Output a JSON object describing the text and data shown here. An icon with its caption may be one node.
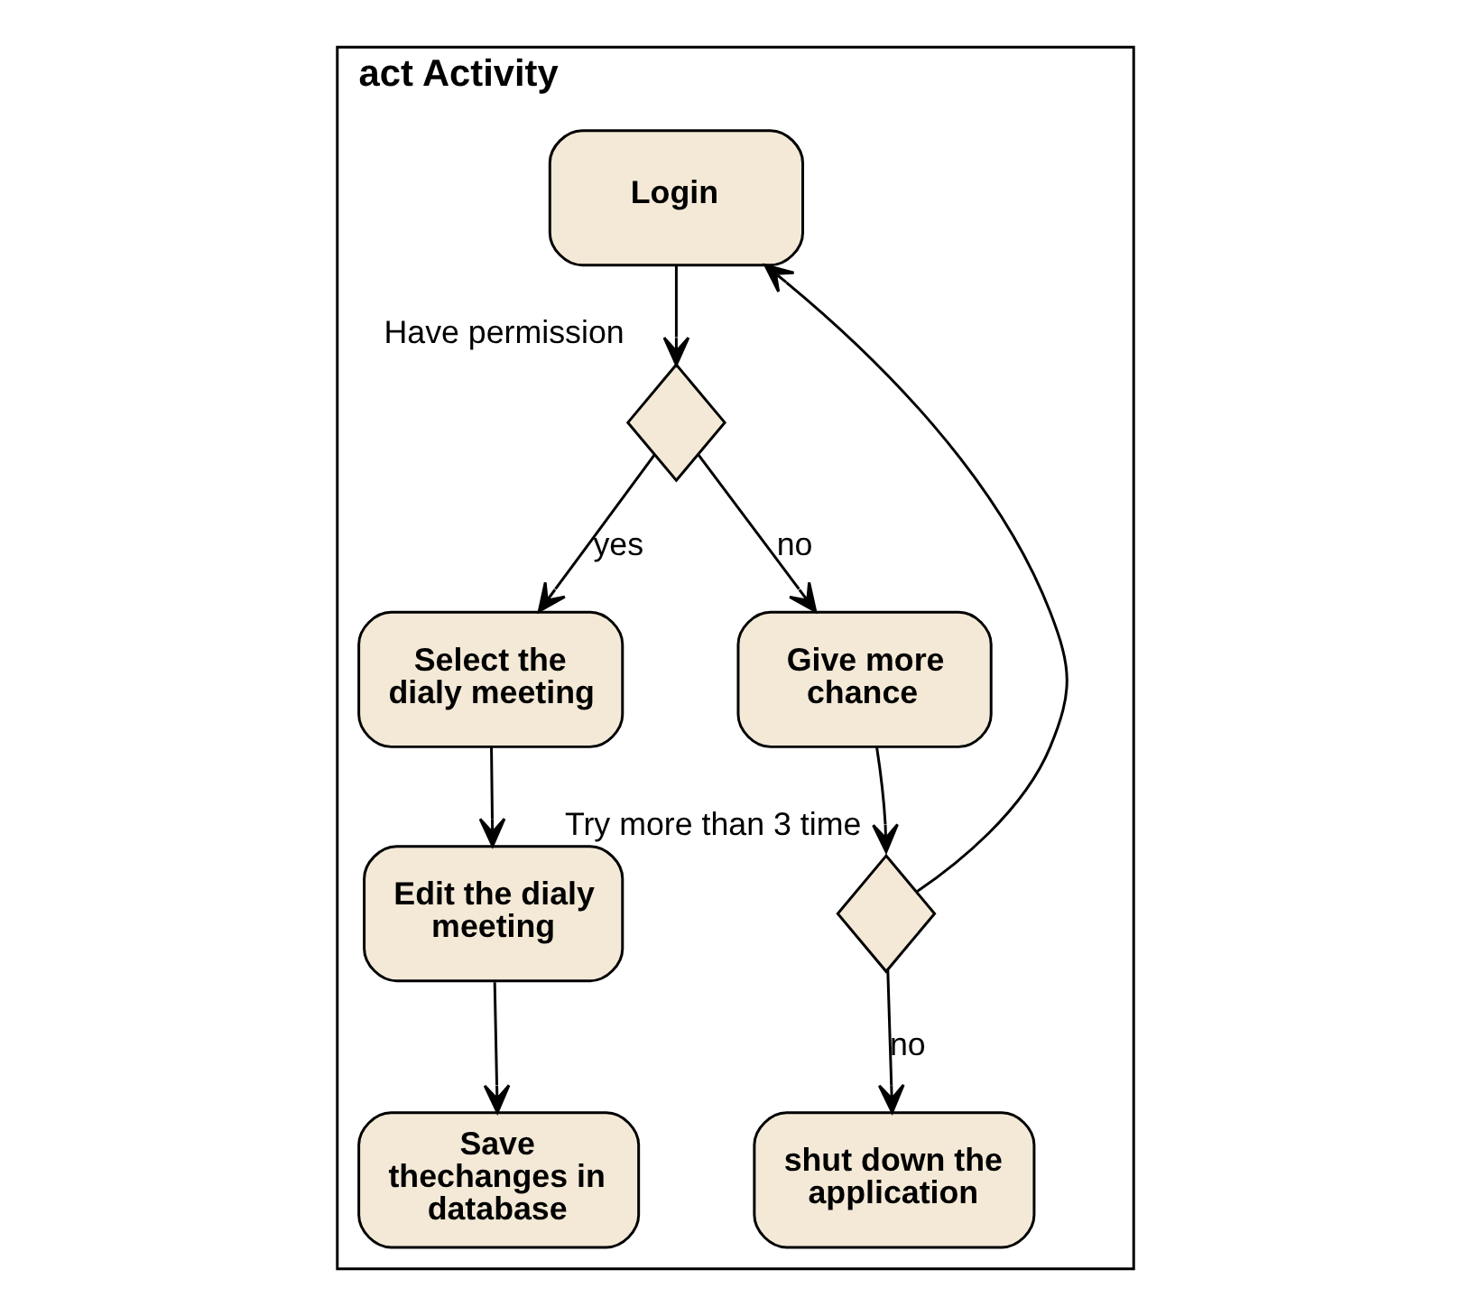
{
  "diagram": {
    "nodes": [
      {
        "text": [
          "act Activity"
        ]
      },
      {
        "text": [
          "Login"
        ],
        "in": 0
      },
      {
        "text": [],
        "shape": "diamond",
        "beside": [
          "Have permission"
        ],
        "in": 0
      },
      {
        "text": [
          "Select the dialy meeting"
        ],
        "in": 0
      },
      {
        "text": [
          "Give more chance"
        ],
        "in": 0
      },
      {
        "text": [
          "Edit the dialy meeting"
        ],
        "in": 0
      },
      {
        "text": [],
        "shape": "diamond",
        "beside": [
          "Try more than 3 time"
        ],
        "in": 0
      },
      {
        "text": [
          "Save thechanges in database"
        ],
        "in": 0
      },
      {
        "text": [
          "shut down the application"
        ],
        "in": 0
      }
    ],
    "edges": [
      {
        "from": 1,
        "to": 2,
        "arrow": "to"
      },
      {
        "from": 2,
        "to": 3,
        "arrow": "to",
        "label": "yes"
      },
      {
        "from": 2,
        "to": 4,
        "arrow": "to",
        "label": "no"
      },
      {
        "from": 3,
        "to": 5,
        "arrow": "to"
      },
      {
        "from": 5,
        "to": 7,
        "arrow": "to"
      },
      {
        "from": 4,
        "to": 6,
        "arrow": "to"
      },
      {
        "from": 6,
        "to": 8,
        "arrow": "to",
        "label": "no"
      },
      {
        "from": 6,
        "to": 1,
        "arrow": "to"
      }
    ]
  }
}
